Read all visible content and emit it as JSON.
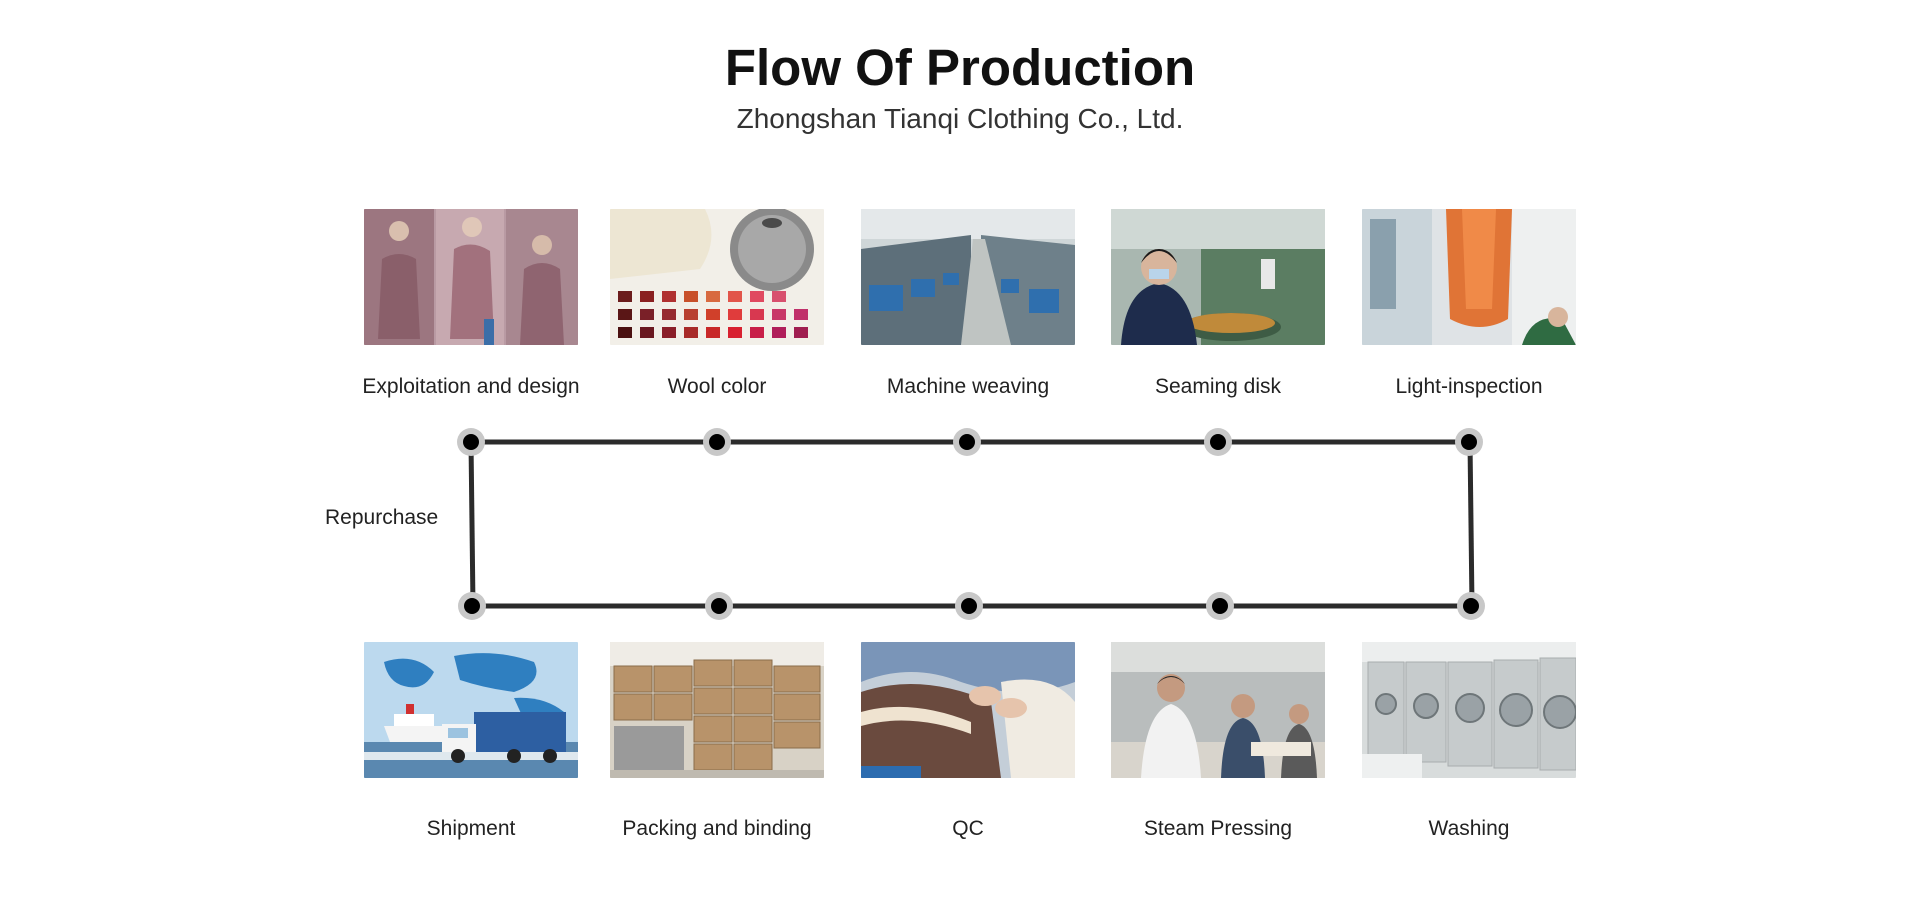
{
  "header": {
    "title": "Flow Of Production",
    "subtitle": "Zhongshan Tianqi Clothing Co., Ltd."
  },
  "loop_label": "Repurchase",
  "top_steps": [
    {
      "label": "Exploitation and design",
      "picture": "knitwear-design-collage"
    },
    {
      "label": "Wool color",
      "picture": "yarn-cone-color-card"
    },
    {
      "label": "Machine weaving",
      "picture": "knitting-machine-floor"
    },
    {
      "label": "Seaming disk",
      "picture": "linking-machine-worker"
    },
    {
      "label": "Light-inspection",
      "picture": "orange-sweater-light-check"
    }
  ],
  "bottom_steps": [
    {
      "label": "Shipment",
      "picture": "truck-ship-world-map"
    },
    {
      "label": "Packing and binding",
      "picture": "stacked-cartons"
    },
    {
      "label": "QC",
      "picture": "hands-checking-knit"
    },
    {
      "label": "Steam Pressing",
      "picture": "ironing-workshop"
    },
    {
      "label": "Washing",
      "picture": "industrial-washers"
    }
  ],
  "colors": {
    "line": "#2b2b2b",
    "node_ring": "#c8c8c8",
    "node_core": "#000000"
  }
}
